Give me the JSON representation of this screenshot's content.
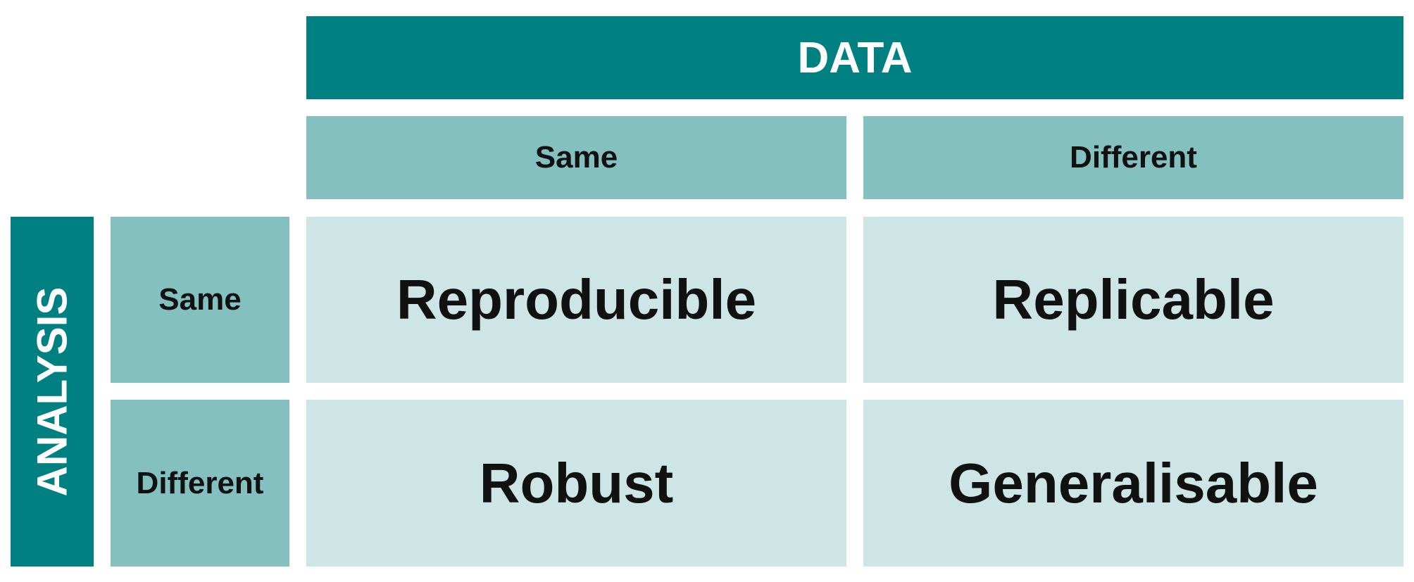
{
  "column_axis": {
    "title": "DATA",
    "labels": [
      "Same",
      "Different"
    ]
  },
  "row_axis": {
    "title": "ANALYSIS",
    "labels": [
      "Same",
      "Different"
    ]
  },
  "cells": {
    "same_same": "Reproducible",
    "same_different": "Replicable",
    "different_same": "Robust",
    "different_different": "Generalisable"
  },
  "colors": {
    "dark_teal": "#008080",
    "medium_teal": "#84c0bf",
    "light_teal": "#cde6e5",
    "text": "#111111"
  }
}
